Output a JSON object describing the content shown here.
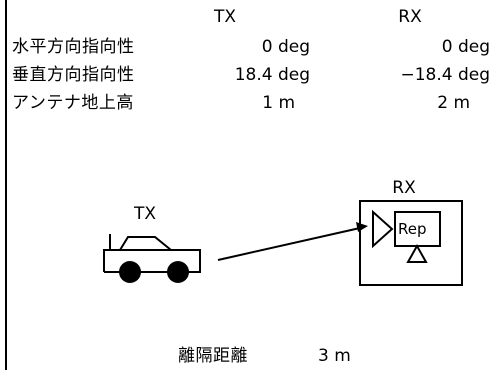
{
  "table": {
    "col_tx": "TX",
    "col_rx": "RX",
    "rows": [
      {
        "label": "水平方向指向性",
        "tx": "0 deg",
        "rx": "0 deg"
      },
      {
        "label": "垂直方向指向性",
        "tx": "18.4 deg",
        "rx": "−18.4 deg"
      },
      {
        "label": "アンテナ地上高",
        "tx": "1 m",
        "rx": "2 m"
      }
    ]
  },
  "diagram": {
    "tx_label": "TX",
    "rx_label": "RX",
    "rep_label": "Rep",
    "separation_label": "離隔距離",
    "separation_value": "3 m"
  }
}
